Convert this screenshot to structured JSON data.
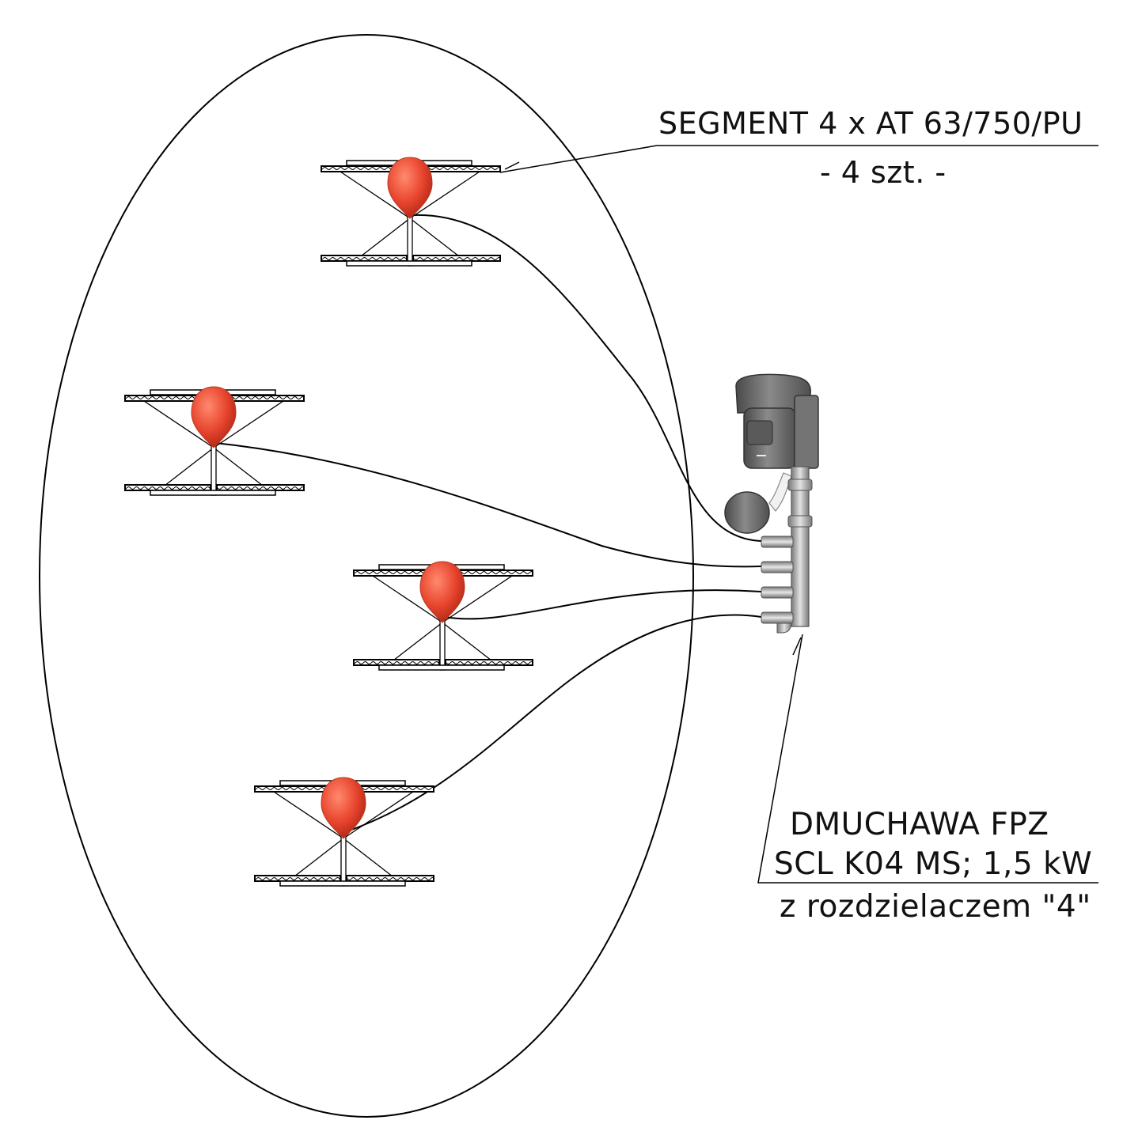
{
  "labels": {
    "segment_title": "SEGMENT 4 x AT 63/750/PU",
    "segment_count": "- 4 szt. -",
    "blower_line1": "DMUCHAWA FPZ",
    "blower_line2": "SCL K04 MS; 1,5 kW",
    "blower_line3": "z rozdzielaczem \"4\""
  },
  "colors": {
    "diffuser": "#e8452e",
    "line": "#000000",
    "blower_body": "#6e6e6e",
    "pipe": "#a8a8a8"
  }
}
